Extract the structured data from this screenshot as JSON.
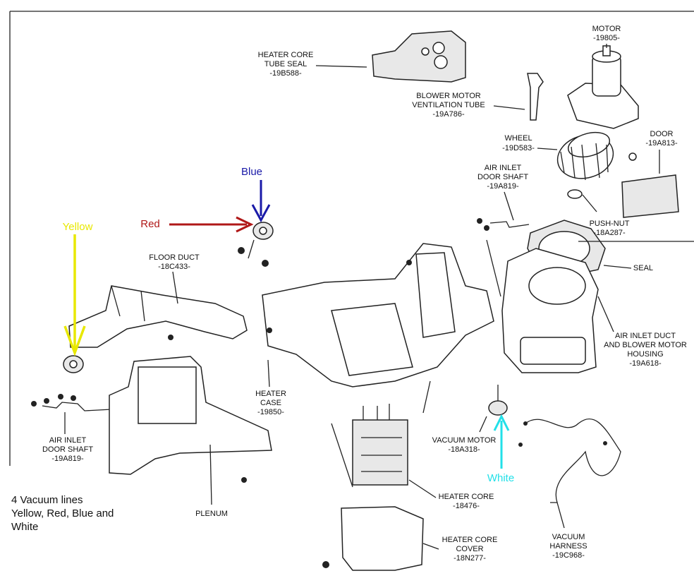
{
  "labels": {
    "heater_core_tube_seal": [
      "HEATER CORE",
      "TUBE SEAL",
      "-19B588-"
    ],
    "motor": [
      "MOTOR",
      "-19805-"
    ],
    "blower_motor_ventilation_tube": [
      "BLOWER MOTOR",
      "VENTILATION TUBE",
      "-19A786-"
    ],
    "wheel": [
      "WHEEL",
      "-19D583-"
    ],
    "door": [
      "DOOR",
      "-19A813-"
    ],
    "air_inlet_door_shaft_right": [
      "AIR INLET",
      "DOOR SHAFT",
      "-19A819-"
    ],
    "push_nut": [
      "PUSH-NUT",
      "-18A287-"
    ],
    "seal": [
      "SEAL"
    ],
    "floor_duct": [
      "FLOOR DUCT",
      "-18C433-"
    ],
    "air_inlet_duct_housing": [
      "AIR INLET DUCT",
      "AND BLOWER MOTOR",
      "HOUSING",
      "-19A618-"
    ],
    "heater_case": [
      "HEATER",
      "CASE",
      "-19850-"
    ],
    "vacuum_motor": [
      "VACUUM MOTOR",
      "-18A318-"
    ],
    "air_inlet_door_shaft_left": [
      "AIR INLET",
      "DOOR SHAFT",
      "-19A819-"
    ],
    "heater_core": [
      "HEATER CORE",
      "-18476-"
    ],
    "plenum": [
      "PLENUM"
    ],
    "heater_core_cover": [
      "HEATER CORE",
      "COVER",
      "-18N277-"
    ],
    "vacuum_harness": [
      "VACUUM",
      "HARNESS",
      "-19C968-"
    ]
  },
  "vacuum_lines": {
    "blue": {
      "text": "Blue",
      "color": "#1a1aa8"
    },
    "red": {
      "text": "Red",
      "color": "#b01818"
    },
    "yellow": {
      "text": "Yellow",
      "color": "#e8e800"
    },
    "white": {
      "text": "White",
      "color": "#22e0e8"
    }
  },
  "note": [
    "4 Vacuum lines",
    "Yellow, Red, Blue and",
    "White"
  ]
}
